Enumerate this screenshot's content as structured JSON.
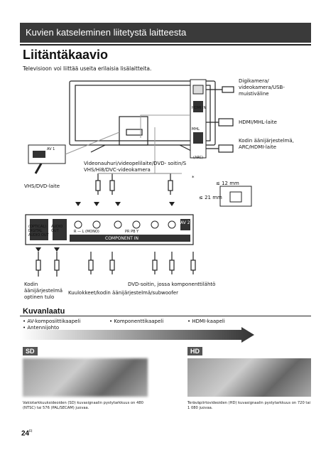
{
  "header": {
    "section_title": "Kuvien katseleminen liitetystä laitteesta"
  },
  "page_title": "Liitäntäkaavio",
  "intro": "Televisioon voi liittää useita erilaisia lisälaitteita.",
  "diagram": {
    "camera_label": "Digikamera/ videokamera/USB- muistiväline",
    "hdmi_mhl_label": "HDMI/MHL-laite",
    "home_audio_label": "Kodin äänijärjestelmä, ARC/HDMI-laite",
    "vhs_label": "VHS/DVD-laite",
    "video_devices_label": "Videonauhuri/videopelilaite/DVD- soitin/S VHS/Hi8/DVC-videokamera",
    "dim_12": "≤ 12 mm",
    "dim_21": "≤ 21 mm",
    "star": "*",
    "av1": "AV 1",
    "hdmi1": "1",
    "hdmi2": "2",
    "hdmi_in": "HDMI IN",
    "mhl": "MHL",
    "arc": "(ARC)",
    "optical": "(OPTICAL) DIGITAL AUDIO OUT",
    "audio_out": "AUDIO OUT",
    "component_in": "COMPONENT IN",
    "r_l": "R — L (MONO)",
    "pr_pb_y": "PR  PB  Y",
    "av2": "AV 2",
    "home_audio_optical": "Kodin äänijärjestelmä optinen tulo",
    "dvd_component": "DVD-soitin, jossa komponenttilähtö",
    "speakers": "Kuulokkeet/kodin äänijärjestelmä/subwoofer"
  },
  "quality": {
    "title": "Kuvanlaatu",
    "col1": [
      "AV-komposiittikaapeli",
      "Antennijohto"
    ],
    "col2": [
      "Komponenttikaapeli"
    ],
    "col3": [
      "HDMI-kaapeli"
    ],
    "sd_badge": "SD",
    "hd_badge": "HD",
    "sd_caption": "Vakiotarkkuuksideoiden (SD) kuvasignaalin pystytarkkuus on 480 (NTSC) tai 576 (PAL/SECAM) juovaa.",
    "hd_caption": "Teräväpiirtovideoiden (HD) kuvasignaalin pystytarkkuus on 720 tai 1 080 juovaa."
  },
  "page_number": "24",
  "page_suffix": "FI"
}
